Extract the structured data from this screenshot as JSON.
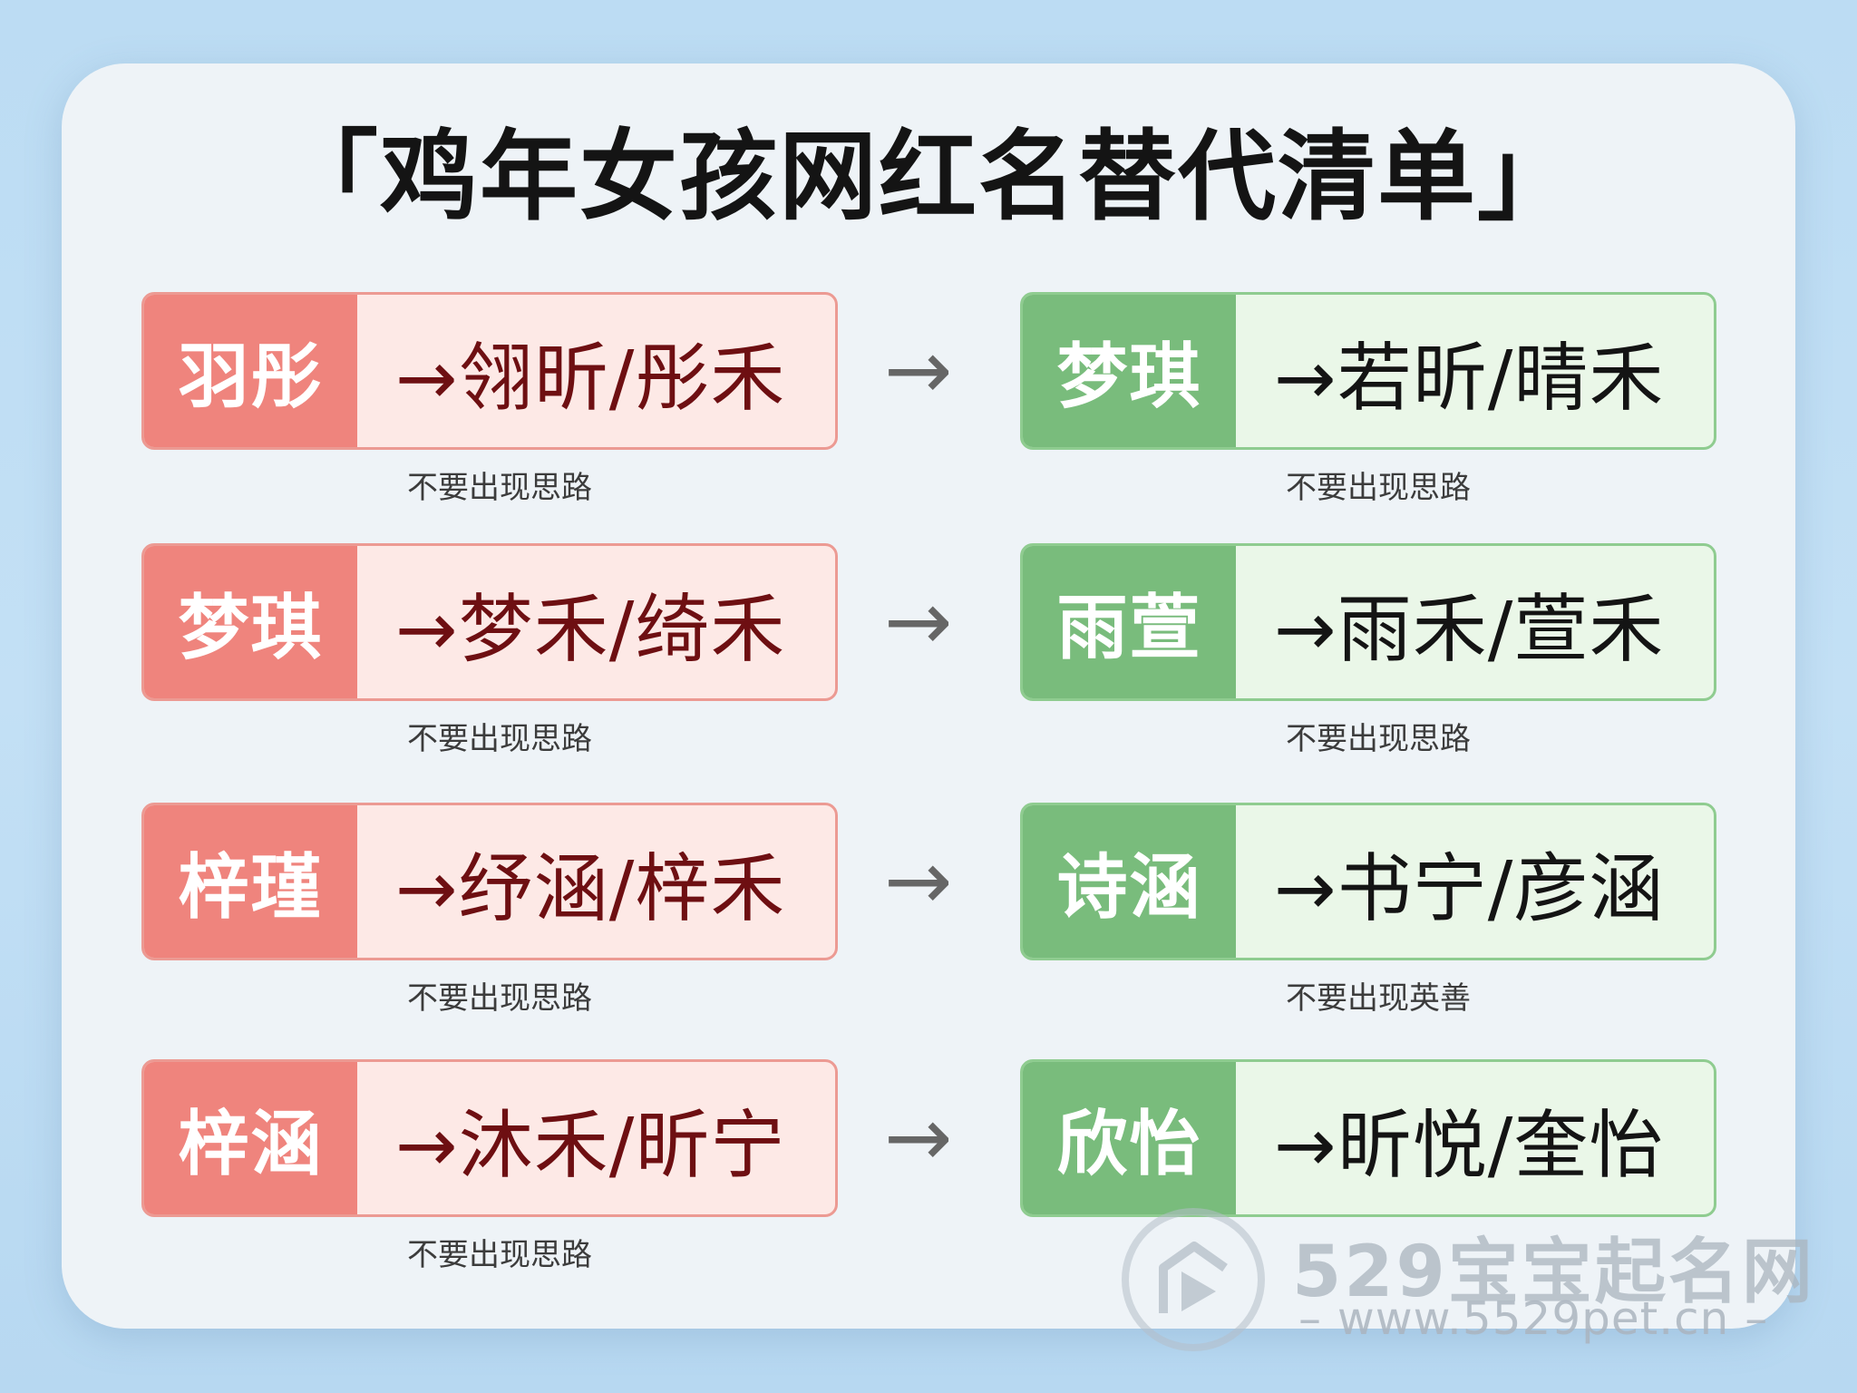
{
  "title": "「鸡年女孩网红名替代清单」",
  "rows": [
    {
      "left": {
        "name": "羽彤",
        "alt": "→翎昕/彤禾",
        "note": "不要出现思路"
      },
      "arrow": "→",
      "right": {
        "name": "梦琪",
        "alt": "→若昕/晴禾",
        "note": "不要出现思路"
      }
    },
    {
      "left": {
        "name": "梦琪",
        "alt": "→梦禾/绮禾",
        "note": "不要出现思路"
      },
      "arrow": "→",
      "right": {
        "name": "雨萱",
        "alt": "→雨禾/萱禾",
        "note": "不要出现思路"
      }
    },
    {
      "left": {
        "name": "梓瑾",
        "alt": "→纾涵/梓禾",
        "note": "不要出现思路"
      },
      "arrow": "→",
      "right": {
        "name": "诗涵",
        "alt": "→书宁/彦涵",
        "note": "不要出现英善"
      }
    },
    {
      "left": {
        "name": "梓涵",
        "alt": "→沐禾/昕宁",
        "note": "不要出现思路"
      },
      "arrow": "→",
      "right": {
        "name": "欣怡",
        "alt": "→昕悦/奎怡"
      }
    }
  ],
  "watermark": {
    "name": "529宝宝起名网",
    "url": "– www.5529pet.cn –",
    "logo_icon": "play-house-icon"
  },
  "colors": {
    "left_tag": "#ef847d",
    "left_bg": "#fde9e6",
    "right_tag": "#79bc7c",
    "right_bg": "#eaf7e8"
  }
}
